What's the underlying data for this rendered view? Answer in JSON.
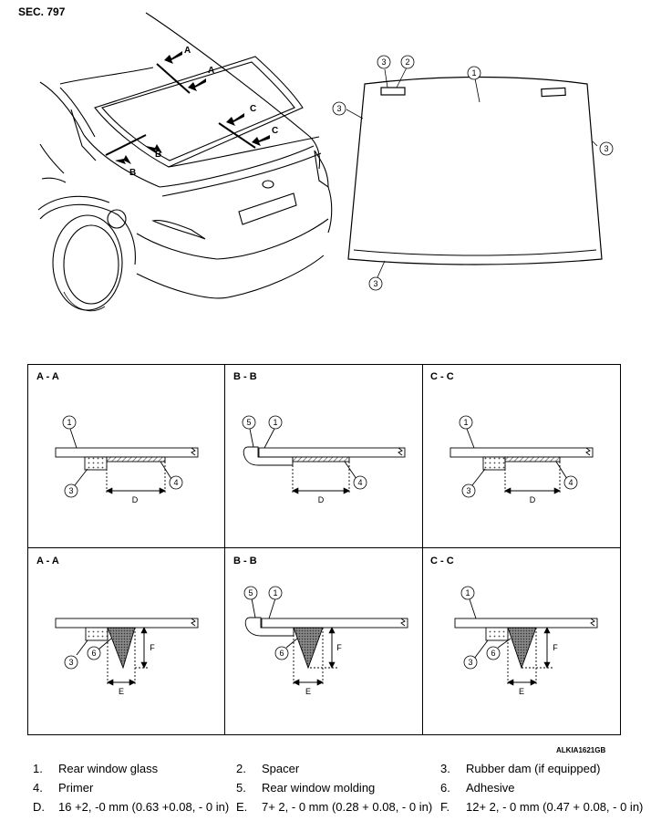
{
  "section": "SEC. 797",
  "image_id": "ALKIA1621GB",
  "section_titles": [
    "A - A",
    "B - B",
    "C - C",
    "A - A",
    "B - B",
    "C - C"
  ],
  "view_labels": {
    "a": "A",
    "b": "B",
    "c": "C"
  },
  "callouts": {
    "glass": "1",
    "spacer": "2",
    "dam": "3",
    "primer": "4",
    "molding": "5",
    "adhesive": "6"
  },
  "dims": {
    "d": "D",
    "e": "E",
    "f": "F"
  },
  "legend": [
    {
      "num": "1.",
      "text": "Rear window glass"
    },
    {
      "num": "2.",
      "text": "Spacer"
    },
    {
      "num": "3.",
      "text": "Rubber dam (if equipped)"
    },
    {
      "num": "4.",
      "text": "Primer"
    },
    {
      "num": "5.",
      "text": "Rear window molding"
    },
    {
      "num": "6.",
      "text": "Adhesive"
    },
    {
      "num": "D.",
      "text": "16 +2, -0 mm (0.63 +0.08, - 0 in)"
    },
    {
      "num": "E.",
      "text": "7+ 2, - 0 mm (0.28 + 0.08, - 0 in)"
    },
    {
      "num": "F.",
      "text": "12+ 2, - 0 mm (0.47 + 0.08, - 0 in)"
    }
  ]
}
